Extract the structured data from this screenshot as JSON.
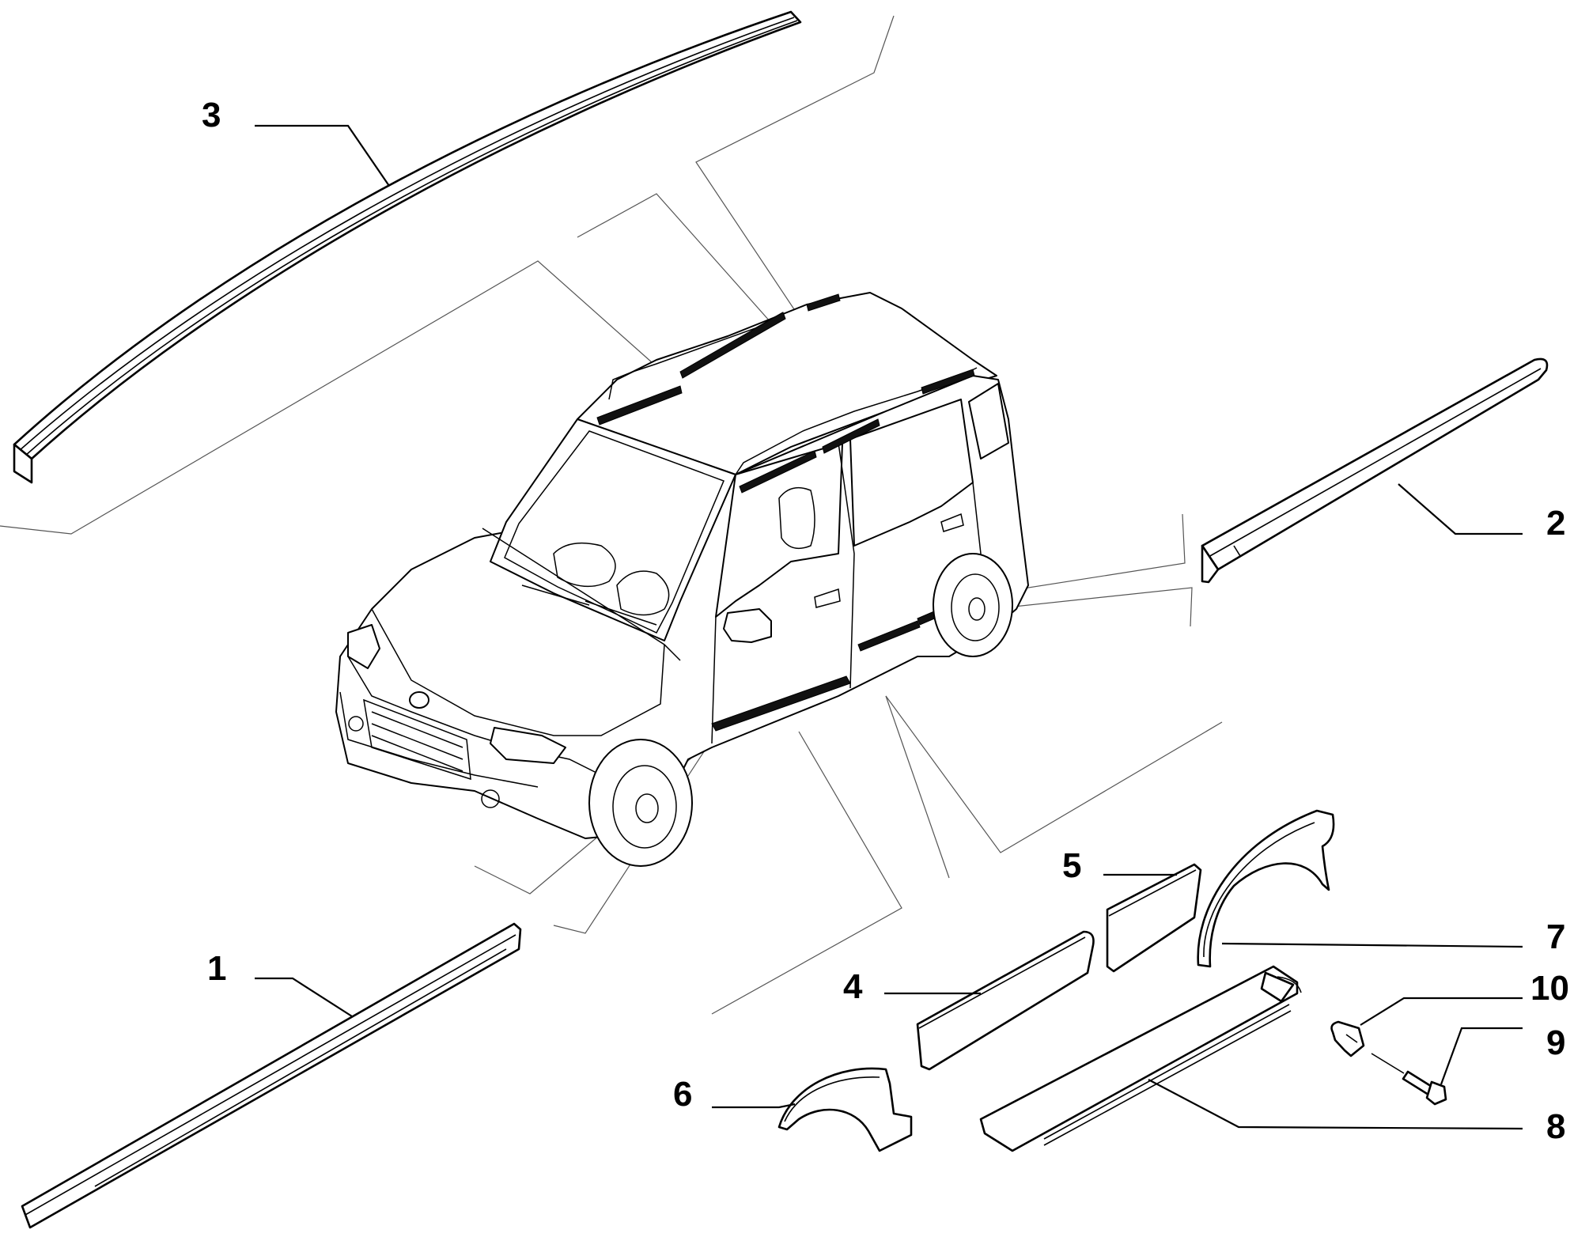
{
  "callouts": [
    {
      "id": "1",
      "label": "1",
      "part": "front door sill moulding"
    },
    {
      "id": "2",
      "label": "2",
      "part": "rear door sill moulding"
    },
    {
      "id": "3",
      "label": "3",
      "part": "roof moulding"
    },
    {
      "id": "4",
      "label": "4",
      "part": "front door protective strip"
    },
    {
      "id": "5",
      "label": "5",
      "part": "rear door protective strip"
    },
    {
      "id": "6",
      "label": "6",
      "part": "front wheel arch trim"
    },
    {
      "id": "7",
      "label": "7",
      "part": "rear wheel arch trim"
    },
    {
      "id": "8",
      "label": "8",
      "part": "side skirt"
    },
    {
      "id": "9",
      "label": "9",
      "part": "screw"
    },
    {
      "id": "10",
      "label": "10",
      "part": "clip"
    }
  ],
  "colors": {
    "line": "#000000",
    "guide": "#555555",
    "background": "#ffffff"
  }
}
